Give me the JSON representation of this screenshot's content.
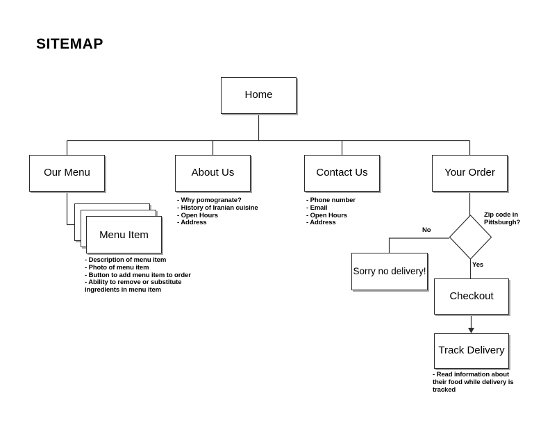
{
  "title": "SITEMAP",
  "nodes": {
    "home": "Home",
    "our_menu": "Our Menu",
    "about_us": "About Us",
    "contact_us": "Contact Us",
    "your_order": "Your Order",
    "menu_item": "Menu Item",
    "sorry_no_delivery": "Sorry no delivery!",
    "checkout": "Checkout",
    "track_delivery": "Track Delivery"
  },
  "decision": {
    "question": "Zip code in Pittsburgh?",
    "no_label": "No",
    "yes_label": "Yes"
  },
  "notes": {
    "about_us": [
      "- Why pomogranate?",
      "- History of Iranian cuisine",
      "- Open Hours",
      "- Address"
    ],
    "contact_us": [
      "- Phone number",
      "- Email",
      "- Open Hours",
      "- Address"
    ],
    "menu_item": [
      "- Description of menu item",
      "- Photo of menu item",
      "- Button to add menu item to order",
      "- Ability to remove or substitute",
      "ingredients in menu item"
    ],
    "track_delivery": [
      "- Read information about",
      "their food while delivery is",
      "tracked"
    ]
  },
  "colors": {
    "background": "#ffffff",
    "box_border": "#2b2b2b",
    "box_shadow": "#a6a6a6",
    "connector_line": "#2e2e2e",
    "text": "#000000"
  }
}
